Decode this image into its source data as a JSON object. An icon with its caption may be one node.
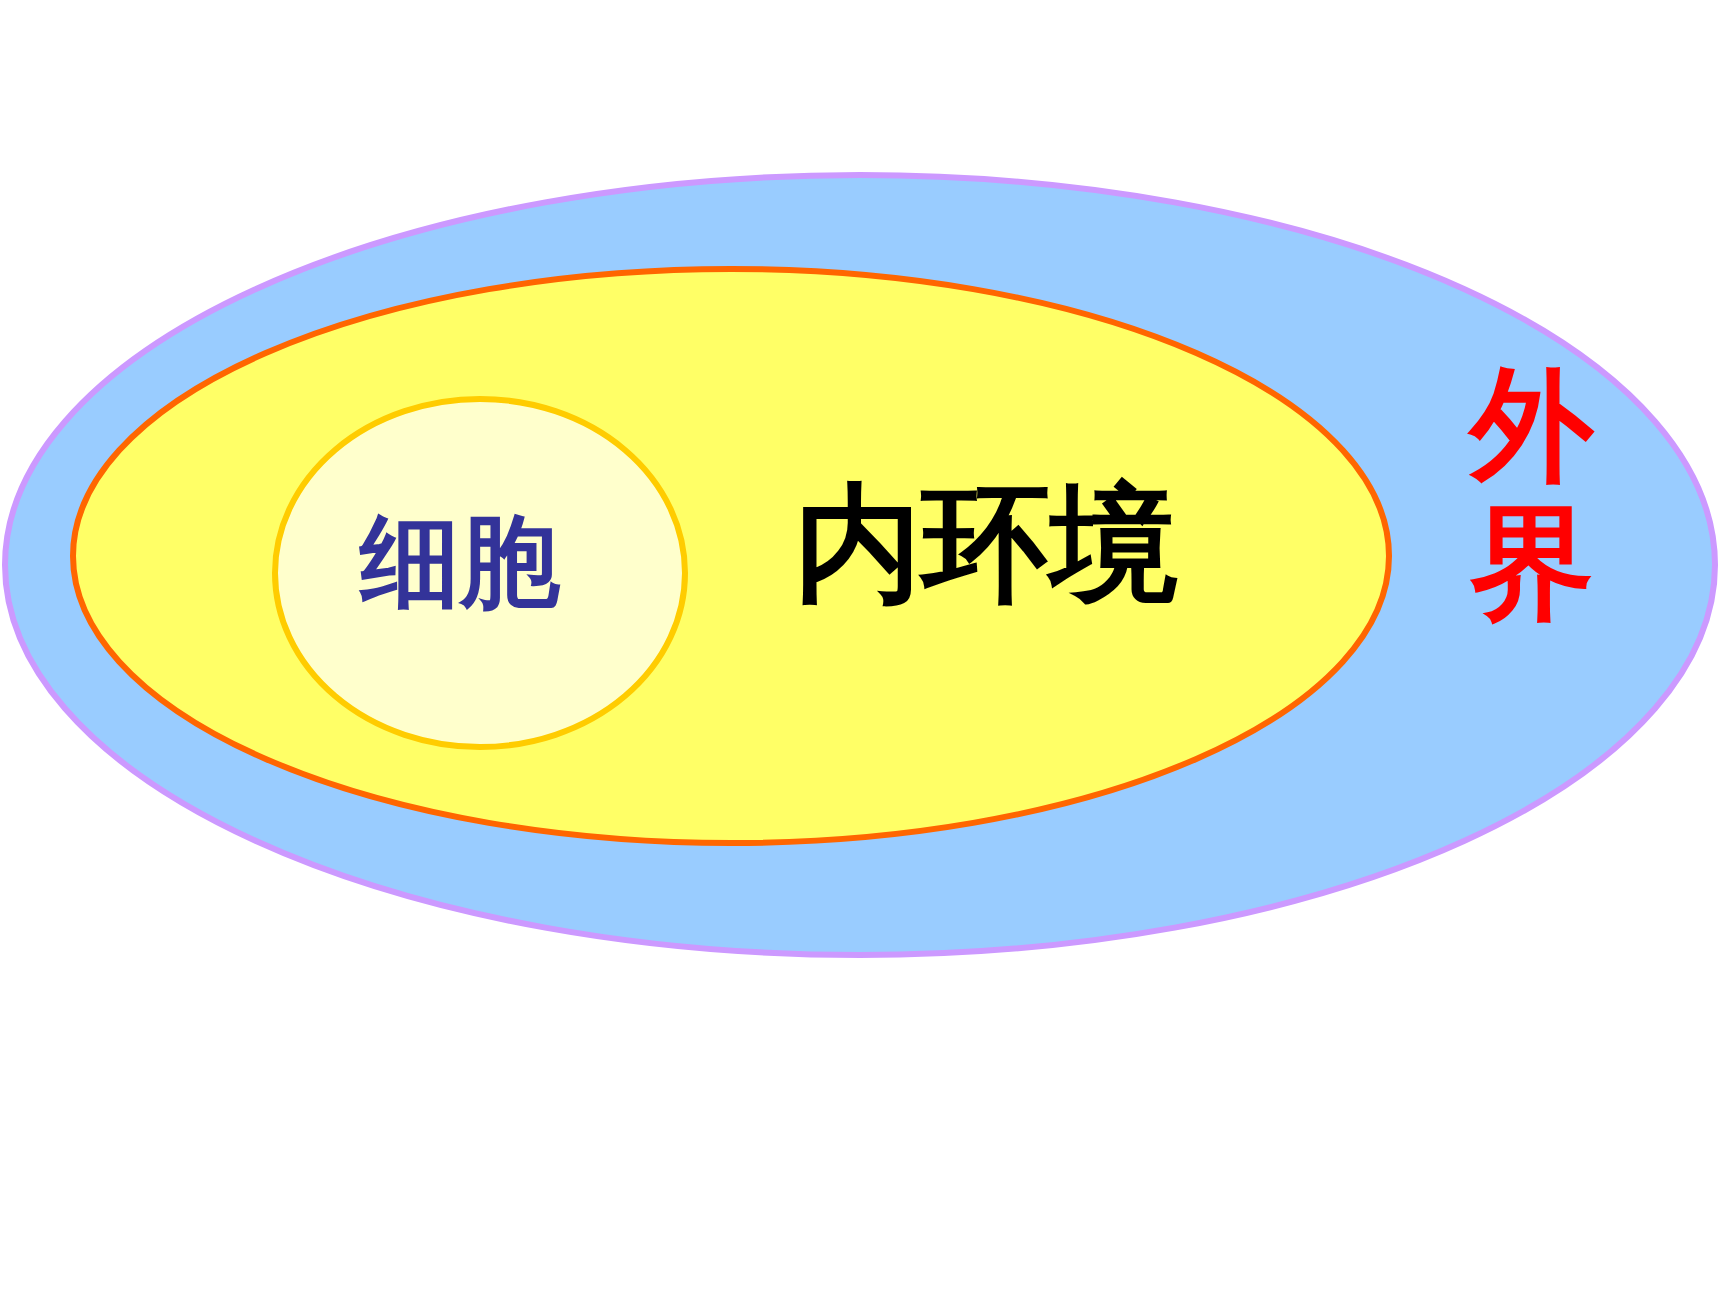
{
  "diagram": {
    "nodes": [
      {
        "text": [
          "外界"
        ]
      },
      {
        "text": [
          "内环境"
        ],
        "in": 0
      },
      {
        "text": [
          "细胞"
        ],
        "in": 1
      }
    ]
  }
}
